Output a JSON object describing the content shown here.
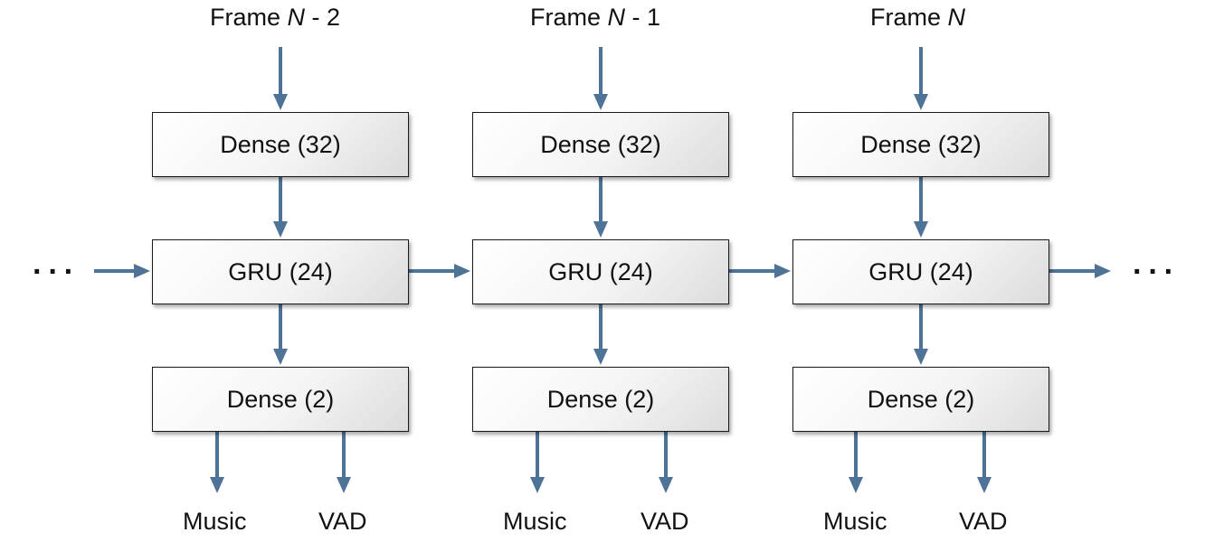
{
  "columns": [
    {
      "frame_prefix": "Frame ",
      "frame_var": "N",
      "frame_suffix": " - 2",
      "dense_in": "Dense (32)",
      "gru": "GRU (24)",
      "dense_out": "Dense (2)",
      "out_music": "Music",
      "out_vad": "VAD"
    },
    {
      "frame_prefix": "Frame ",
      "frame_var": "N",
      "frame_suffix": " - 1",
      "dense_in": "Dense (32)",
      "gru": "GRU (24)",
      "dense_out": "Dense (2)",
      "out_music": "Music",
      "out_vad": "VAD"
    },
    {
      "frame_prefix": "Frame ",
      "frame_var": "N",
      "frame_suffix": "",
      "dense_in": "Dense (32)",
      "gru": "GRU (24)",
      "dense_out": "Dense (2)",
      "out_music": "Music",
      "out_vad": "VAD"
    }
  ],
  "ellipsis_left": "···",
  "ellipsis_right": "···",
  "colors": {
    "arrow": "#4e7396",
    "box_border": "#1a1a1a",
    "text": "#111111"
  }
}
